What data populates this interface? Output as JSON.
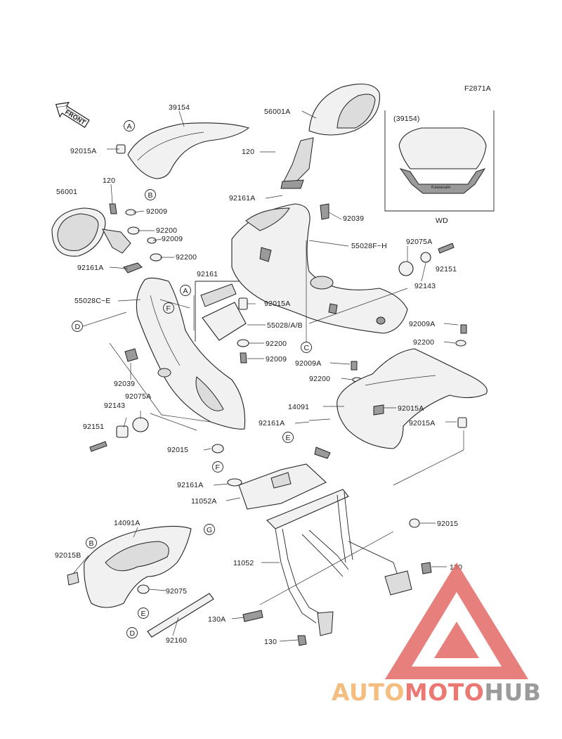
{
  "diagram": {
    "figure_code": "F2871A",
    "front_label": "FRONT",
    "inset": {
      "title": "(39154)",
      "caption": "WD",
      "emblem": "Kawasaki"
    },
    "callouts": [
      "A",
      "B",
      "C",
      "D",
      "E",
      "F",
      "G"
    ],
    "parts": [
      "39154",
      "56001A",
      "92015A",
      "120",
      "56001",
      "92009",
      "92200",
      "92161A",
      "55028C~E",
      "92161",
      "55028/A/B",
      "55028F~H",
      "92039",
      "92075A",
      "92151",
      "92143",
      "92009A",
      "14091",
      "92015",
      "11052A",
      "11052",
      "130",
      "130A",
      "14091A",
      "92015B",
      "92075",
      "92160"
    ]
  },
  "watermark": {
    "parts": [
      "AUTO",
      "MOTO",
      "HUB"
    ],
    "colors": {
      "auto": "#f2b36a",
      "moto": "#e8615b",
      "hub": "#8a8a8a",
      "triangle": "#e36b66"
    }
  }
}
